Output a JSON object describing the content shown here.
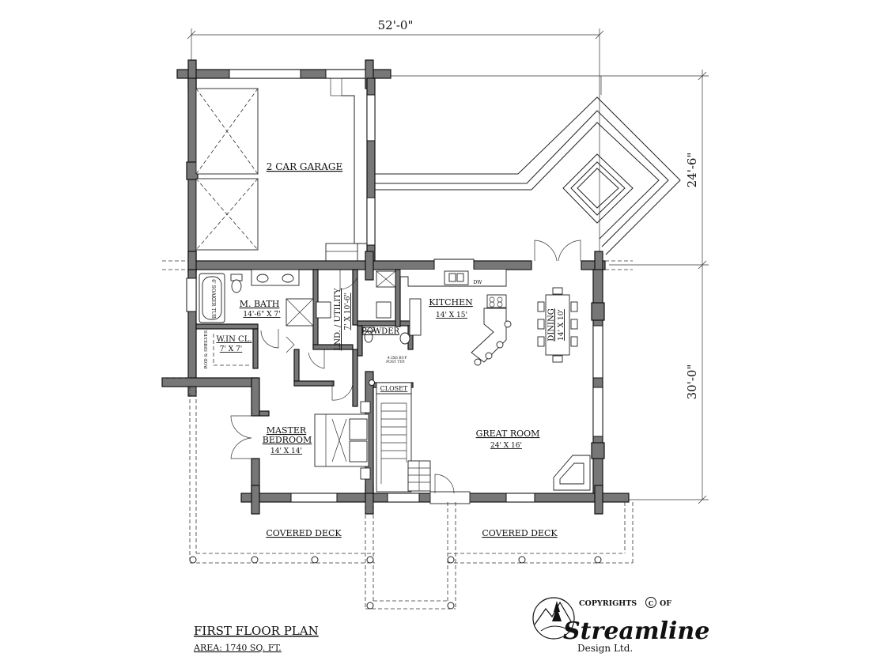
{
  "dimensions": {
    "overall_width": "52'-0\"",
    "garage_depth": "24'-6\"",
    "house_depth": "30'-0\""
  },
  "rooms": {
    "garage": {
      "name": "2 CAR GARAGE"
    },
    "master_bath": {
      "name": "M. BATH",
      "size": "14'-6\" X 7'"
    },
    "walk_in_closet": {
      "name": "W.IN CL.",
      "size": "7' X 7'"
    },
    "laundry_utility": {
      "name": "LND. / UTILITY",
      "size": "7' X 10'-6\""
    },
    "powder": {
      "name": "POWDER"
    },
    "kitchen": {
      "name": "KITCHEN",
      "size": "14' X 15'"
    },
    "dining": {
      "name": "DINING",
      "size": "14' X 10'"
    },
    "closet": {
      "name": "CLOSET"
    },
    "master_bedroom": {
      "name_line1": "MASTER",
      "name_line2": "BEDROOM",
      "size": "14' X 14'"
    },
    "great_room": {
      "name": "GREAT ROOM",
      "size": "24' X 16'"
    },
    "deck_left": {
      "name": "COVERED DECK"
    },
    "deck_right": {
      "name": "COVERED DECK"
    }
  },
  "notes": {
    "soaker_tub": "6' SOAKER TUB",
    "rod_shelf": "ROD & SHELVES",
    "dw": "DW",
    "post_note_1": "4-2X6 BUP",
    "post_note_2": "POST TYP."
  },
  "title_block": {
    "title": "FIRST FLOOR PLAN",
    "area": "AREA: 1740 SQ. FT."
  },
  "branding": {
    "copyright": "COPYRIGHTS",
    "copyright_symbol": "C",
    "copyright_suffix": "OF",
    "company": "Streamline",
    "company_suffix": "Design Ltd."
  }
}
